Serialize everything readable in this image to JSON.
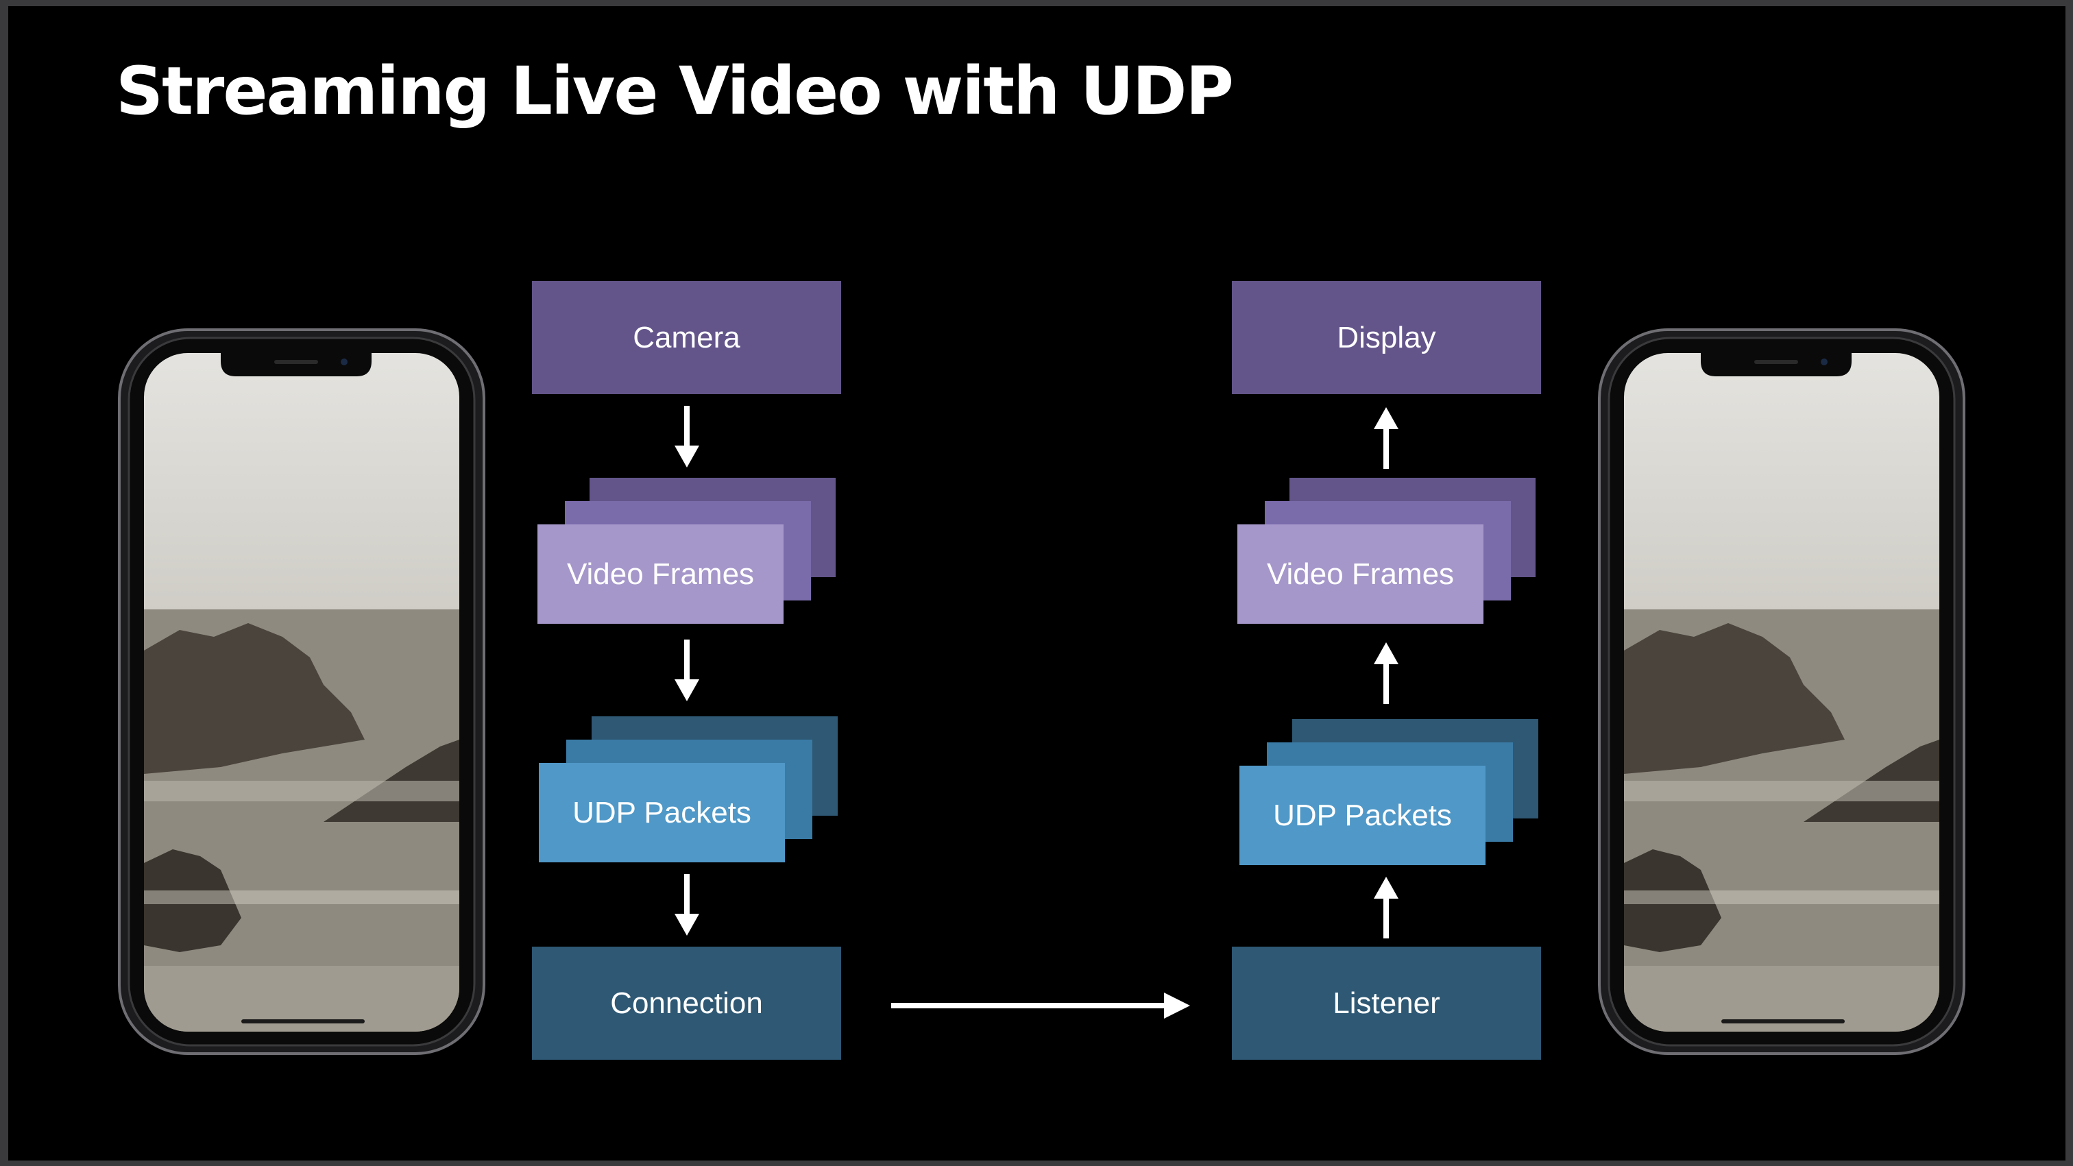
{
  "title": "Streaming Live Video with UDP",
  "sender": {
    "camera": "Camera",
    "video_frames": "Video Frames",
    "udp_packets": "UDP Packets",
    "connection": "Connection"
  },
  "receiver": {
    "display": "Display",
    "video_frames": "Video Frames",
    "udp_packets": "UDP Packets",
    "listener": "Listener"
  },
  "colors": {
    "background": "#000000",
    "camera_display": "#63558a",
    "video_frames": "#a597ca",
    "udp_packets": "#4f98c7",
    "connection_listener": "#2e5874",
    "arrow": "#ffffff"
  }
}
